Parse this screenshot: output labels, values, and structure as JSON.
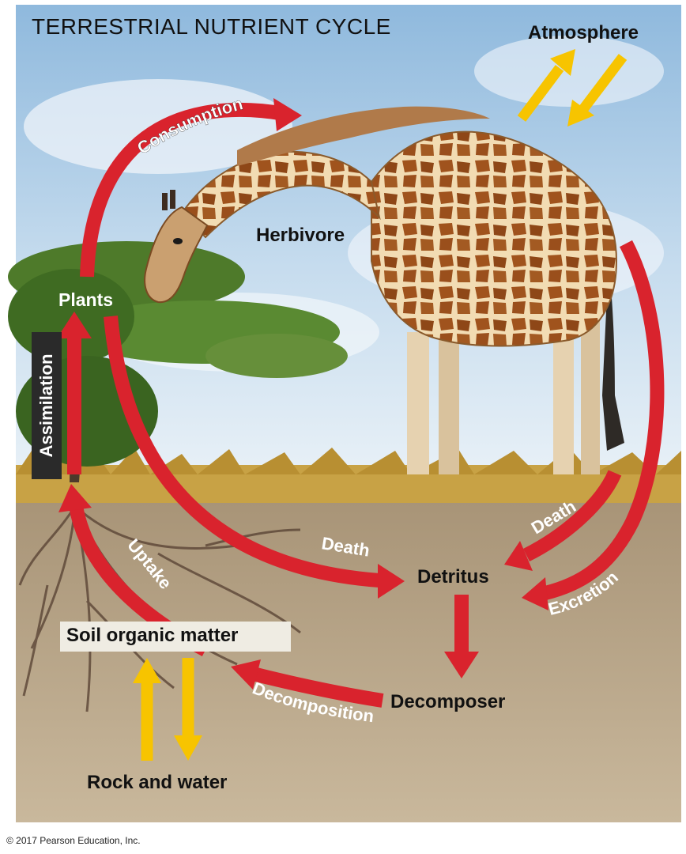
{
  "title": "TERRESTRIAL NUTRIENT CYCLE",
  "labels": {
    "atmosphere": "Atmosphere",
    "herbivore": "Herbivore",
    "plants": "Plants",
    "detritus": "Detritus",
    "decomposer": "Decomposer",
    "soil_organic_matter": "Soil organic matter",
    "rock_and_water": "Rock and water"
  },
  "processes": {
    "consumption": "Consumption",
    "assimilation": "Assimilation",
    "uptake": "Uptake",
    "death_plants": "Death",
    "death_herbivore": "Death",
    "excretion": "Excretion",
    "decomposition": "Decomposition"
  },
  "colors": {
    "flow_arrow": "#d9232d",
    "exchange_arrow": "#f7c400",
    "sky": "#a9cbe6",
    "soil": "#b7a58a"
  },
  "copyright": "© 2017 Pearson Education, Inc."
}
